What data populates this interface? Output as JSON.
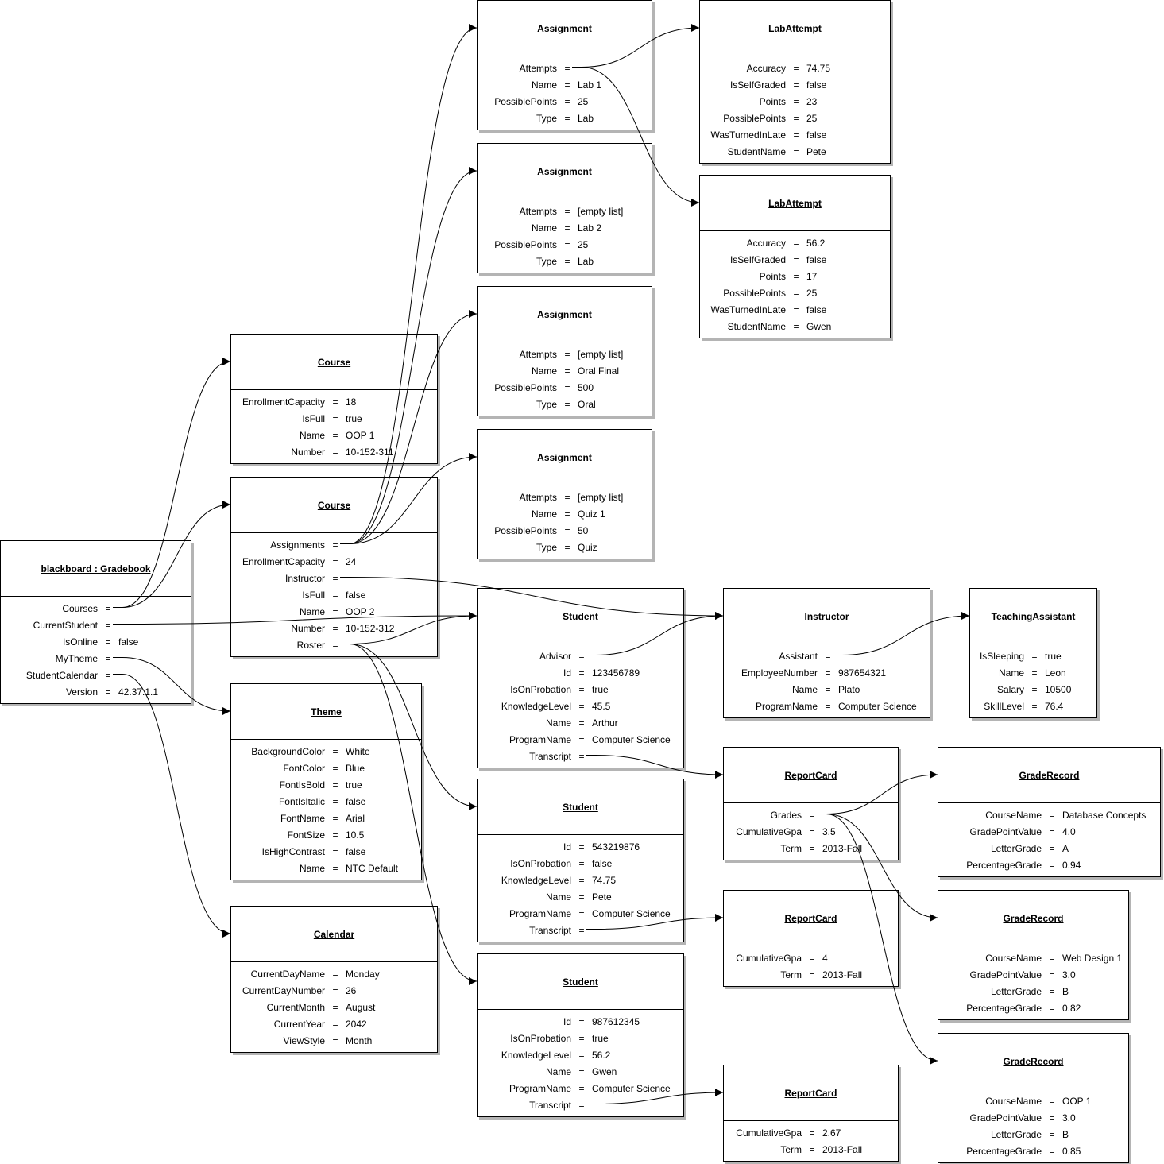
{
  "objects": {
    "gradebook": {
      "title": "blackboard : Gradebook",
      "fields": [
        {
          "k": "Courses",
          "v": ""
        },
        {
          "k": "CurrentStudent",
          "v": ""
        },
        {
          "k": "IsOnline",
          "v": "false"
        },
        {
          "k": "MyTheme",
          "v": ""
        },
        {
          "k": "StudentCalendar",
          "v": ""
        },
        {
          "k": "Version",
          "v": "42.37.1.1"
        }
      ]
    },
    "course1": {
      "title": "Course",
      "fields": [
        {
          "k": "EnrollmentCapacity",
          "v": "18"
        },
        {
          "k": "IsFull",
          "v": "true"
        },
        {
          "k": "Name",
          "v": "OOP 1"
        },
        {
          "k": "Number",
          "v": "10-152-311"
        }
      ]
    },
    "course2": {
      "title": "Course",
      "fields": [
        {
          "k": "Assignments",
          "v": ""
        },
        {
          "k": "EnrollmentCapacity",
          "v": "24"
        },
        {
          "k": "Instructor",
          "v": ""
        },
        {
          "k": "IsFull",
          "v": "false"
        },
        {
          "k": "Name",
          "v": "OOP 2"
        },
        {
          "k": "Number",
          "v": "10-152-312"
        },
        {
          "k": "Roster",
          "v": ""
        }
      ]
    },
    "theme": {
      "title": "Theme",
      "fields": [
        {
          "k": "BackgroundColor",
          "v": "White"
        },
        {
          "k": "FontColor",
          "v": "Blue"
        },
        {
          "k": "FontIsBold",
          "v": "true"
        },
        {
          "k": "FontIsItalic",
          "v": "false"
        },
        {
          "k": "FontName",
          "v": "Arial"
        },
        {
          "k": "FontSize",
          "v": "10.5"
        },
        {
          "k": "IsHighContrast",
          "v": "false"
        },
        {
          "k": "Name",
          "v": "NTC Default"
        }
      ]
    },
    "calendar": {
      "title": "Calendar",
      "fields": [
        {
          "k": "CurrentDayName",
          "v": "Monday"
        },
        {
          "k": "CurrentDayNumber",
          "v": "26"
        },
        {
          "k": "CurrentMonth",
          "v": "August"
        },
        {
          "k": "CurrentYear",
          "v": "2042"
        },
        {
          "k": "ViewStyle",
          "v": "Month"
        }
      ]
    },
    "assign1": {
      "title": "Assignment",
      "fields": [
        {
          "k": "Attempts",
          "v": ""
        },
        {
          "k": "Name",
          "v": "Lab 1"
        },
        {
          "k": "PossiblePoints",
          "v": "25"
        },
        {
          "k": "Type",
          "v": "Lab"
        }
      ]
    },
    "assign2": {
      "title": "Assignment",
      "fields": [
        {
          "k": "Attempts",
          "v": "[empty list]"
        },
        {
          "k": "Name",
          "v": "Lab 2"
        },
        {
          "k": "PossiblePoints",
          "v": "25"
        },
        {
          "k": "Type",
          "v": "Lab"
        }
      ]
    },
    "assign3": {
      "title": "Assignment",
      "fields": [
        {
          "k": "Attempts",
          "v": "[empty list]"
        },
        {
          "k": "Name",
          "v": "Oral Final"
        },
        {
          "k": "PossiblePoints",
          "v": "500"
        },
        {
          "k": "Type",
          "v": "Oral"
        }
      ]
    },
    "assign4": {
      "title": "Assignment",
      "fields": [
        {
          "k": "Attempts",
          "v": "[empty list]"
        },
        {
          "k": "Name",
          "v": "Quiz 1"
        },
        {
          "k": "PossiblePoints",
          "v": "50"
        },
        {
          "k": "Type",
          "v": "Quiz"
        }
      ]
    },
    "lab1": {
      "title": "LabAttempt",
      "fields": [
        {
          "k": "Accuracy",
          "v": "74.75"
        },
        {
          "k": "IsSelfGraded",
          "v": "false"
        },
        {
          "k": "Points",
          "v": "23"
        },
        {
          "k": "PossiblePoints",
          "v": "25"
        },
        {
          "k": "WasTurnedInLate",
          "v": "false"
        },
        {
          "k": "StudentName",
          "v": "Pete"
        }
      ]
    },
    "lab2": {
      "title": "LabAttempt",
      "fields": [
        {
          "k": "Accuracy",
          "v": "56.2"
        },
        {
          "k": "IsSelfGraded",
          "v": "false"
        },
        {
          "k": "Points",
          "v": "17"
        },
        {
          "k": "PossiblePoints",
          "v": "25"
        },
        {
          "k": "WasTurnedInLate",
          "v": "false"
        },
        {
          "k": "StudentName",
          "v": "Gwen"
        }
      ]
    },
    "student1": {
      "title": "Student",
      "fields": [
        {
          "k": "Advisor",
          "v": ""
        },
        {
          "k": "Id",
          "v": "123456789"
        },
        {
          "k": "IsOnProbation",
          "v": "true"
        },
        {
          "k": "KnowledgeLevel",
          "v": "45.5"
        },
        {
          "k": "Name",
          "v": "Arthur"
        },
        {
          "k": "ProgramName",
          "v": "Computer Science"
        },
        {
          "k": "Transcript",
          "v": ""
        }
      ]
    },
    "student2": {
      "title": "Student",
      "fields": [
        {
          "k": "Id",
          "v": "543219876"
        },
        {
          "k": "IsOnProbation",
          "v": "false"
        },
        {
          "k": "KnowledgeLevel",
          "v": "74.75"
        },
        {
          "k": "Name",
          "v": "Pete"
        },
        {
          "k": "ProgramName",
          "v": "Computer Science"
        },
        {
          "k": "Transcript",
          "v": ""
        }
      ]
    },
    "student3": {
      "title": "Student",
      "fields": [
        {
          "k": "Id",
          "v": "987612345"
        },
        {
          "k": "IsOnProbation",
          "v": "true"
        },
        {
          "k": "KnowledgeLevel",
          "v": "56.2"
        },
        {
          "k": "Name",
          "v": "Gwen"
        },
        {
          "k": "ProgramName",
          "v": "Computer Science"
        },
        {
          "k": "Transcript",
          "v": ""
        }
      ]
    },
    "instructor": {
      "title": "Instructor",
      "fields": [
        {
          "k": "Assistant",
          "v": ""
        },
        {
          "k": "EmployeeNumber",
          "v": "987654321"
        },
        {
          "k": "Name",
          "v": "Plato"
        },
        {
          "k": "ProgramName",
          "v": "Computer Science"
        }
      ]
    },
    "ta": {
      "title": "TeachingAssistant",
      "fields": [
        {
          "k": "IsSleeping",
          "v": "true"
        },
        {
          "k": "Name",
          "v": "Leon"
        },
        {
          "k": "Salary",
          "v": "10500"
        },
        {
          "k": "SkillLevel",
          "v": "76.4"
        }
      ]
    },
    "report1": {
      "title": "ReportCard",
      "fields": [
        {
          "k": "Grades",
          "v": ""
        },
        {
          "k": "CumulativeGpa",
          "v": "3.5"
        },
        {
          "k": "Term",
          "v": "2013-Fall"
        }
      ]
    },
    "report2": {
      "title": "ReportCard",
      "fields": [
        {
          "k": "CumulativeGpa",
          "v": "4"
        },
        {
          "k": "Term",
          "v": "2013-Fall"
        }
      ]
    },
    "report3": {
      "title": "ReportCard",
      "fields": [
        {
          "k": "CumulativeGpa",
          "v": "2.67"
        },
        {
          "k": "Term",
          "v": "2013-Fall"
        }
      ]
    },
    "grade1": {
      "title": "GradeRecord",
      "fields": [
        {
          "k": "CourseName",
          "v": "Database Concepts"
        },
        {
          "k": "GradePointValue",
          "v": "4.0"
        },
        {
          "k": "LetterGrade",
          "v": "A"
        },
        {
          "k": "PercentageGrade",
          "v": "0.94"
        }
      ]
    },
    "grade2": {
      "title": "GradeRecord",
      "fields": [
        {
          "k": "CourseName",
          "v": "Web Design 1"
        },
        {
          "k": "GradePointValue",
          "v": "3.0"
        },
        {
          "k": "LetterGrade",
          "v": "B"
        },
        {
          "k": "PercentageGrade",
          "v": "0.82"
        }
      ]
    },
    "grade3": {
      "title": "GradeRecord",
      "fields": [
        {
          "k": "CourseName",
          "v": "OOP 1"
        },
        {
          "k": "GradePointValue",
          "v": "3.0"
        },
        {
          "k": "LetterGrade",
          "v": "B"
        },
        {
          "k": "PercentageGrade",
          "v": "0.85"
        }
      ]
    }
  },
  "links": [
    {
      "from": "gradebook",
      "field": "Courses",
      "to": "course1"
    },
    {
      "from": "gradebook",
      "field": "Courses",
      "to": "course2"
    },
    {
      "from": "gradebook",
      "field": "CurrentStudent",
      "to": "student1"
    },
    {
      "from": "gradebook",
      "field": "MyTheme",
      "to": "theme"
    },
    {
      "from": "gradebook",
      "field": "StudentCalendar",
      "to": "calendar"
    },
    {
      "from": "course2",
      "field": "Assignments",
      "to": "assign1"
    },
    {
      "from": "course2",
      "field": "Assignments",
      "to": "assign2"
    },
    {
      "from": "course2",
      "field": "Assignments",
      "to": "assign3"
    },
    {
      "from": "course2",
      "field": "Assignments",
      "to": "assign4"
    },
    {
      "from": "course2",
      "field": "Instructor",
      "to": "instructor"
    },
    {
      "from": "course2",
      "field": "Roster",
      "to": "student1"
    },
    {
      "from": "course2",
      "field": "Roster",
      "to": "student2"
    },
    {
      "from": "course2",
      "field": "Roster",
      "to": "student3"
    },
    {
      "from": "assign1",
      "field": "Attempts",
      "to": "lab1"
    },
    {
      "from": "assign1",
      "field": "Attempts",
      "to": "lab2"
    },
    {
      "from": "student1",
      "field": "Advisor",
      "to": "instructor"
    },
    {
      "from": "student1",
      "field": "Transcript",
      "to": "report1"
    },
    {
      "from": "student2",
      "field": "Transcript",
      "to": "report2"
    },
    {
      "from": "student3",
      "field": "Transcript",
      "to": "report3"
    },
    {
      "from": "instructor",
      "field": "Assistant",
      "to": "ta"
    },
    {
      "from": "report1",
      "field": "Grades",
      "to": "grade1"
    },
    {
      "from": "report1",
      "field": "Grades",
      "to": "grade2"
    },
    {
      "from": "report1",
      "field": "Grades",
      "to": "grade3"
    }
  ]
}
